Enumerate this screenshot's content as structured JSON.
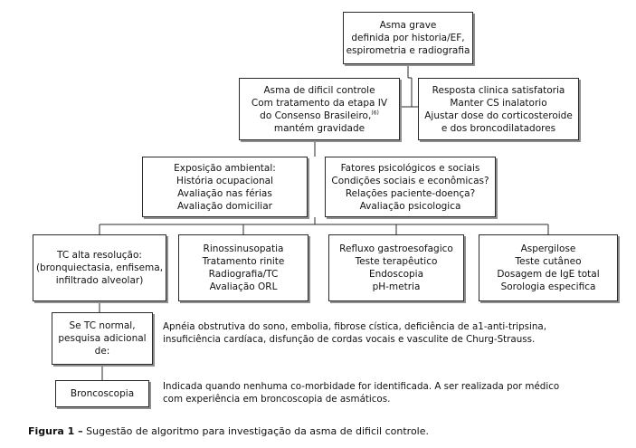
{
  "nodes": {
    "asma_grave": {
      "lines": [
        "Asma grave",
        "definida por historia/EF,",
        "espirometria e radiografia"
      ]
    },
    "asma_dificil": {
      "lines": [
        "Asma de dificil controle",
        "Com tratamento da etapa IV",
        "do Consenso Brasileiro,",
        "mantém gravidade"
      ],
      "reference": "(6)"
    },
    "resposta": {
      "lines": [
        "Resposta clinica satisfatoria",
        "Manter CS inalatorio",
        "Ajustar dose do corticosteroide",
        "e dos broncodilatadores"
      ]
    },
    "exposicao": {
      "lines": [
        "Exposição ambiental:",
        "História ocupacional",
        "Avaliação nas férias",
        "Avaliação domiciliar"
      ]
    },
    "fatores": {
      "lines": [
        "Fatores psicológicos e sociais",
        "Condições sociais e econômicas?",
        "Relações paciente-doença?",
        "Avaliação psicologica"
      ]
    },
    "tc": {
      "lines": [
        "TC alta resolução:",
        "(bronquiectasia, enfisema,",
        "infiltrado alveolar)"
      ]
    },
    "rinossinusopatia": {
      "lines": [
        "Rinossinusopatia",
        "Tratamento rinite",
        "Radiografia/TC",
        "Avaliação ORL"
      ]
    },
    "refluxo": {
      "lines": [
        "Refluxo gastroesofagico",
        "Teste terapêutico",
        "Endoscopia",
        "pH-metria"
      ]
    },
    "aspergilose": {
      "lines": [
        "Aspergilose",
        "Teste cutâneo",
        "Dosagem de IgE total",
        "Sorologia especifica"
      ]
    },
    "tc_normal": {
      "lines": [
        "Se TC normal,",
        "pesquisa adicional",
        "de:"
      ]
    },
    "broncoscopia": {
      "lines": [
        "Broncoscopia"
      ]
    }
  },
  "notes": {
    "pesquisa": [
      "Apnéia obstrutiva do sono, embolia, fibrose cística, deficiência de a1-anti-tripsina,",
      "insuficiência cardíaca, disfunção de cordas vocais e vasculite de Churg-Strauss."
    ],
    "broncoscopia": [
      "Indicada quando nenhuma co-morbidade for identificada. A ser realizada por médico",
      "com experiência em broncoscopia de asmáticos."
    ]
  },
  "caption": {
    "label": "Figura 1 –",
    "text": " Sugestão de algoritmo para investigação da asma de dificil controle."
  }
}
